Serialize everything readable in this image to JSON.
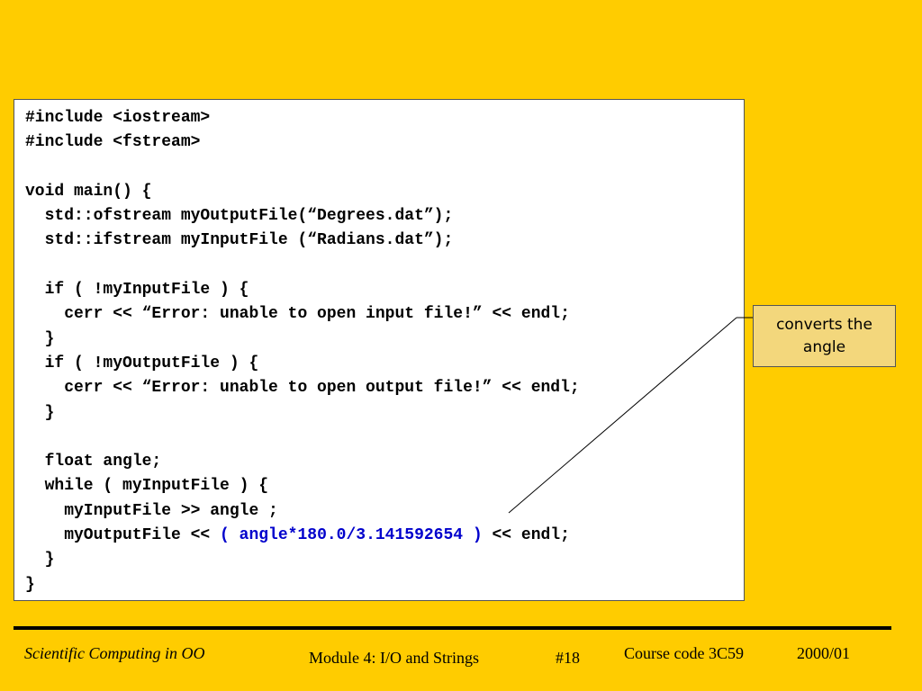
{
  "code_lines": [
    [
      {
        "t": "#include <iostream>"
      }
    ],
    [
      {
        "t": "#include <fstream>"
      }
    ],
    [
      {
        "t": ""
      }
    ],
    [
      {
        "t": "void main() {"
      }
    ],
    [
      {
        "t": "  std::ofstream myOutputFile(“Degrees.dat”);"
      }
    ],
    [
      {
        "t": "  std::ifstream myInputFile (“Radians.dat”);"
      }
    ],
    [
      {
        "t": ""
      }
    ],
    [
      {
        "t": "  if ( !myInputFile ) {"
      }
    ],
    [
      {
        "t": "    cerr << “Error: unable to open input file!” << endl;"
      }
    ],
    [
      {
        "t": "  }"
      }
    ],
    [
      {
        "t": "  if ( !myOutputFile ) {"
      }
    ],
    [
      {
        "t": "    cerr << “Error: unable to open output file!” << endl;"
      }
    ],
    [
      {
        "t": "  }"
      }
    ],
    [
      {
        "t": ""
      }
    ],
    [
      {
        "t": "  float angle;"
      }
    ],
    [
      {
        "t": "  while ( myInputFile ) {"
      }
    ],
    [
      {
        "t": "    myInputFile >> angle ;"
      }
    ],
    [
      {
        "t": "    myOutputFile << "
      },
      {
        "t": "( angle*180.0/3.141592654 )",
        "hl": true
      },
      {
        "t": " << endl;"
      }
    ],
    [
      {
        "t": "  }"
      }
    ],
    [
      {
        "t": "}"
      }
    ]
  ],
  "callout": {
    "text": "converts the angle"
  },
  "footer": {
    "course_title": "Scientific Computing in OO",
    "module": "Module 4:  I/O and Strings",
    "slide_number": "#18",
    "course_code": "Course code 3C59",
    "year": "2000/01"
  },
  "colors": {
    "background": "#FFCC00",
    "highlight": "#0000CC",
    "callout_fill": "#F3D77C"
  }
}
